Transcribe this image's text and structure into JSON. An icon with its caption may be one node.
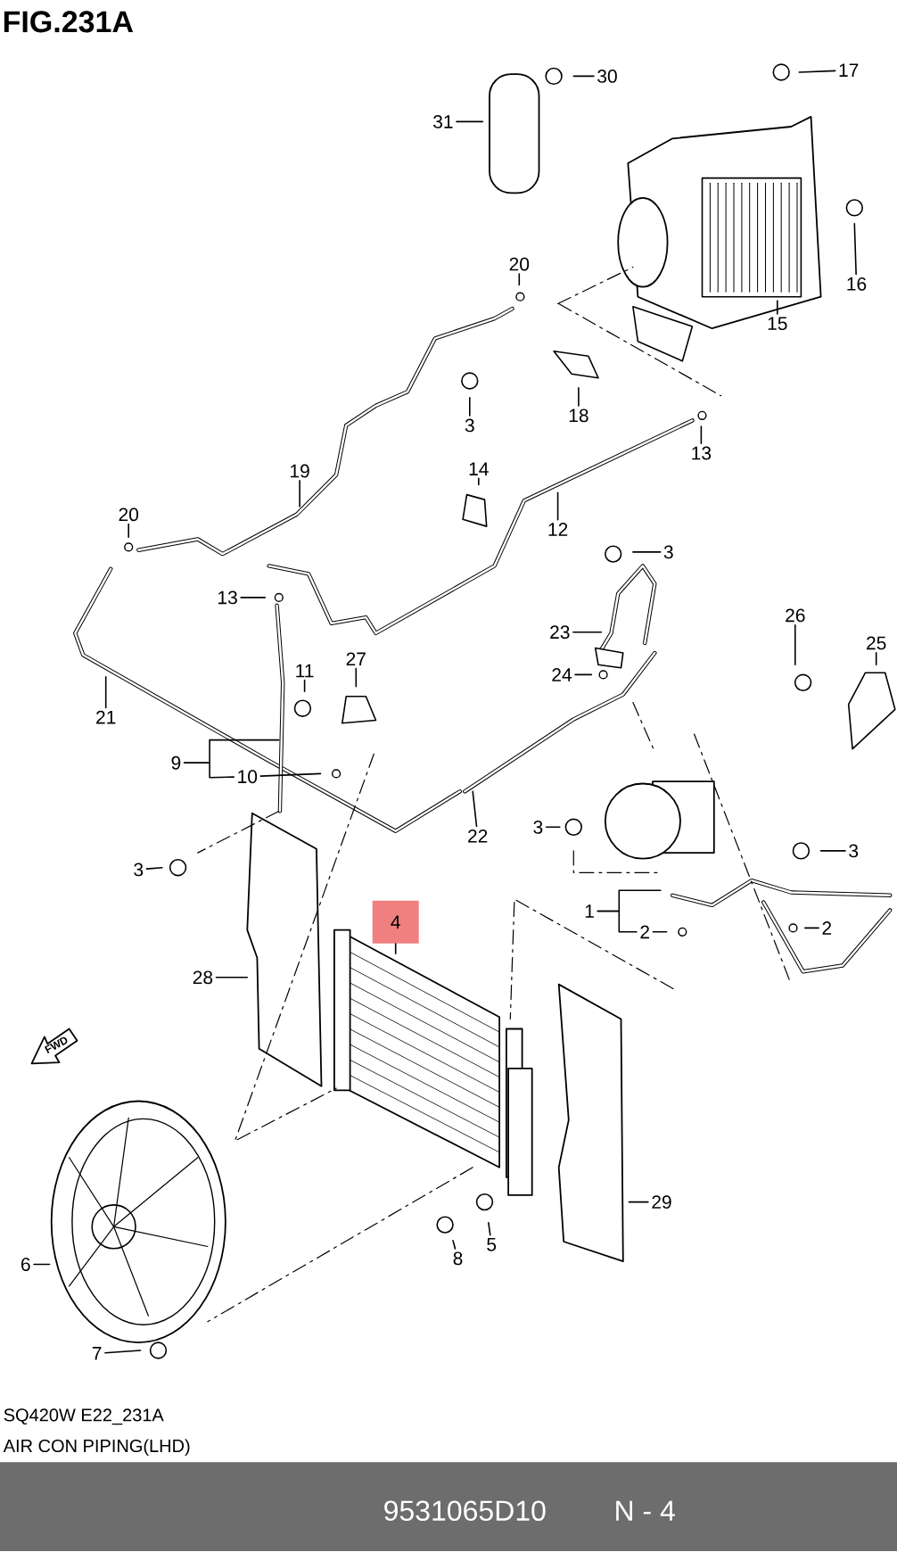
{
  "diagram": {
    "title": "FIG.231A",
    "nodes": [
      {
        "text": [
          "31"
        ]
      },
      {
        "text": [
          "30"
        ]
      },
      {
        "text": [
          "17"
        ]
      },
      {
        "text": [
          "16"
        ]
      },
      {
        "text": [
          "15"
        ]
      },
      {
        "text": [
          "20"
        ]
      },
      {
        "text": [
          "3"
        ]
      },
      {
        "text": [
          "18"
        ]
      },
      {
        "text": [
          "19"
        ]
      },
      {
        "text": [
          "14"
        ]
      },
      {
        "text": [
          "13"
        ]
      },
      {
        "text": [
          "12"
        ]
      },
      {
        "text": [
          "20"
        ]
      },
      {
        "text": [
          "3"
        ]
      },
      {
        "text": [
          "13"
        ]
      },
      {
        "text": [
          "23"
        ]
      },
      {
        "text": [
          "26"
        ]
      },
      {
        "text": [
          "25"
        ]
      },
      {
        "text": [
          "24"
        ]
      },
      {
        "text": [
          "27"
        ]
      },
      {
        "text": [
          "11"
        ]
      },
      {
        "text": [
          "21"
        ]
      },
      {
        "text": [
          "9"
        ]
      },
      {
        "text": [
          "10"
        ]
      },
      {
        "text": [
          "22"
        ]
      },
      {
        "text": [
          "3"
        ]
      },
      {
        "text": [
          "3"
        ]
      },
      {
        "text": [
          "3"
        ]
      },
      {
        "text": [
          "1"
        ]
      },
      {
        "text": [
          "2"
        ]
      },
      {
        "text": [
          "2"
        ]
      },
      {
        "text": [
          "4"
        ]
      },
      {
        "text": [
          "28"
        ]
      },
      {
        "text": [
          "29"
        ]
      },
      {
        "text": [
          "6"
        ]
      },
      {
        "text": [
          "8"
        ]
      },
      {
        "text": [
          "5"
        ]
      },
      {
        "text": [
          "7"
        ]
      }
    ],
    "edges": [
      {
        "from": 0,
        "to": null,
        "arrow": "none"
      },
      {
        "from": 1,
        "to": null,
        "arrow": "none"
      },
      {
        "from": 2,
        "to": null,
        "arrow": "none"
      },
      {
        "from": 3,
        "to": null,
        "arrow": "none"
      },
      {
        "from": 4,
        "to": null,
        "arrow": "none"
      },
      {
        "from": 5,
        "to": null,
        "arrow": "none"
      },
      {
        "from": 6,
        "to": null,
        "arrow": "none"
      },
      {
        "from": 7,
        "to": null,
        "arrow": "none"
      },
      {
        "from": 8,
        "to": null,
        "arrow": "none"
      },
      {
        "from": 9,
        "to": null,
        "arrow": "none"
      },
      {
        "from": 10,
        "to": null,
        "arrow": "none"
      },
      {
        "from": 11,
        "to": null,
        "arrow": "none"
      },
      {
        "from": 12,
        "to": null,
        "arrow": "none"
      },
      {
        "from": 13,
        "to": null,
        "arrow": "none"
      },
      {
        "from": 14,
        "to": null,
        "arrow": "none"
      },
      {
        "from": 15,
        "to": null,
        "arrow": "none"
      },
      {
        "from": 16,
        "to": null,
        "arrow": "none"
      },
      {
        "from": 17,
        "to": null,
        "arrow": "none"
      },
      {
        "from": 18,
        "to": null,
        "arrow": "none"
      },
      {
        "from": 19,
        "to": null,
        "arrow": "none"
      },
      {
        "from": 20,
        "to": null,
        "arrow": "none"
      },
      {
        "from": 21,
        "to": null,
        "arrow": "none"
      },
      {
        "from": 22,
        "to": null,
        "arrow": "none"
      },
      {
        "from": 22,
        "to": 23,
        "arrow": "none"
      },
      {
        "from": 23,
        "to": null,
        "arrow": "none"
      },
      {
        "from": 24,
        "to": null,
        "arrow": "none"
      },
      {
        "from": 25,
        "to": null,
        "arrow": "none"
      },
      {
        "from": 26,
        "to": null,
        "arrow": "none"
      },
      {
        "from": 27,
        "to": null,
        "arrow": "none"
      },
      {
        "from": 28,
        "to": null,
        "arrow": "none"
      },
      {
        "from": 28,
        "to": 29,
        "arrow": "none"
      },
      {
        "from": 29,
        "to": null,
        "arrow": "none"
      },
      {
        "from": 30,
        "to": null,
        "arrow": "none"
      },
      {
        "from": 31,
        "to": null,
        "arrow": "none"
      },
      {
        "from": 32,
        "to": null,
        "arrow": "none"
      },
      {
        "from": 33,
        "to": null,
        "arrow": "none"
      },
      {
        "from": 34,
        "to": null,
        "arrow": "none"
      },
      {
        "from": 35,
        "to": null,
        "arrow": "none"
      },
      {
        "from": 36,
        "to": null,
        "arrow": "none"
      },
      {
        "from": 37,
        "to": null,
        "arrow": "none"
      }
    ],
    "labels": [
      "FWD",
      "SQ420W E22_231A",
      "AIR CON PIPING(LHD)",
      "9531065D10",
      "N - 4"
    ]
  }
}
